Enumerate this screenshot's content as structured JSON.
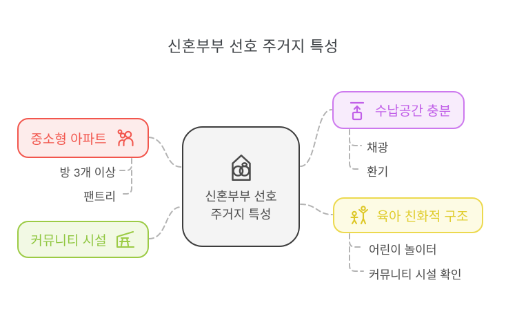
{
  "title": "신혼부부 선호 주거지 특성",
  "center": {
    "label": "신혼부부 선호 주거지 특성",
    "icon": "house-wedding-rings-icon"
  },
  "branches": [
    {
      "id": "apartment",
      "label": "중소형 아파트",
      "icon": "family-group-icon",
      "color": "#f2564d",
      "border": "#f2564d",
      "bg": "#fdeceb",
      "children": [
        "방 3개 이상",
        "팬트리"
      ]
    },
    {
      "id": "community",
      "label": "커뮤니티 시설",
      "icon": "picnic-shelter-icon",
      "color": "#8fc63f",
      "border": "#9ccb45",
      "bg": "#f2f9e4",
      "children": []
    },
    {
      "id": "storage",
      "label": "수납공간 충분",
      "icon": "storage-box-lift-icon",
      "color": "#c160e8",
      "border": "#cd79ee",
      "bg": "#f8ecfc",
      "children": [
        "채광",
        "환기"
      ]
    },
    {
      "id": "childcare",
      "label": "육아 친화적 구조",
      "icon": "parent-child-icon",
      "color": "#e0cd2e",
      "border": "#ecd94e",
      "bg": "#fdfbe4",
      "children": [
        "어린이 놀이터",
        "커뮤니티 시설 확인"
      ]
    }
  ],
  "colors": {
    "title": "#3f4347",
    "center_border": "#3d3d3d",
    "center_bg": "#f4f4f4",
    "center_text": "#4c4c4c",
    "leaf_text": "#4c4c4c",
    "connector": "#b3b3b3",
    "background": "#ffffff"
  }
}
